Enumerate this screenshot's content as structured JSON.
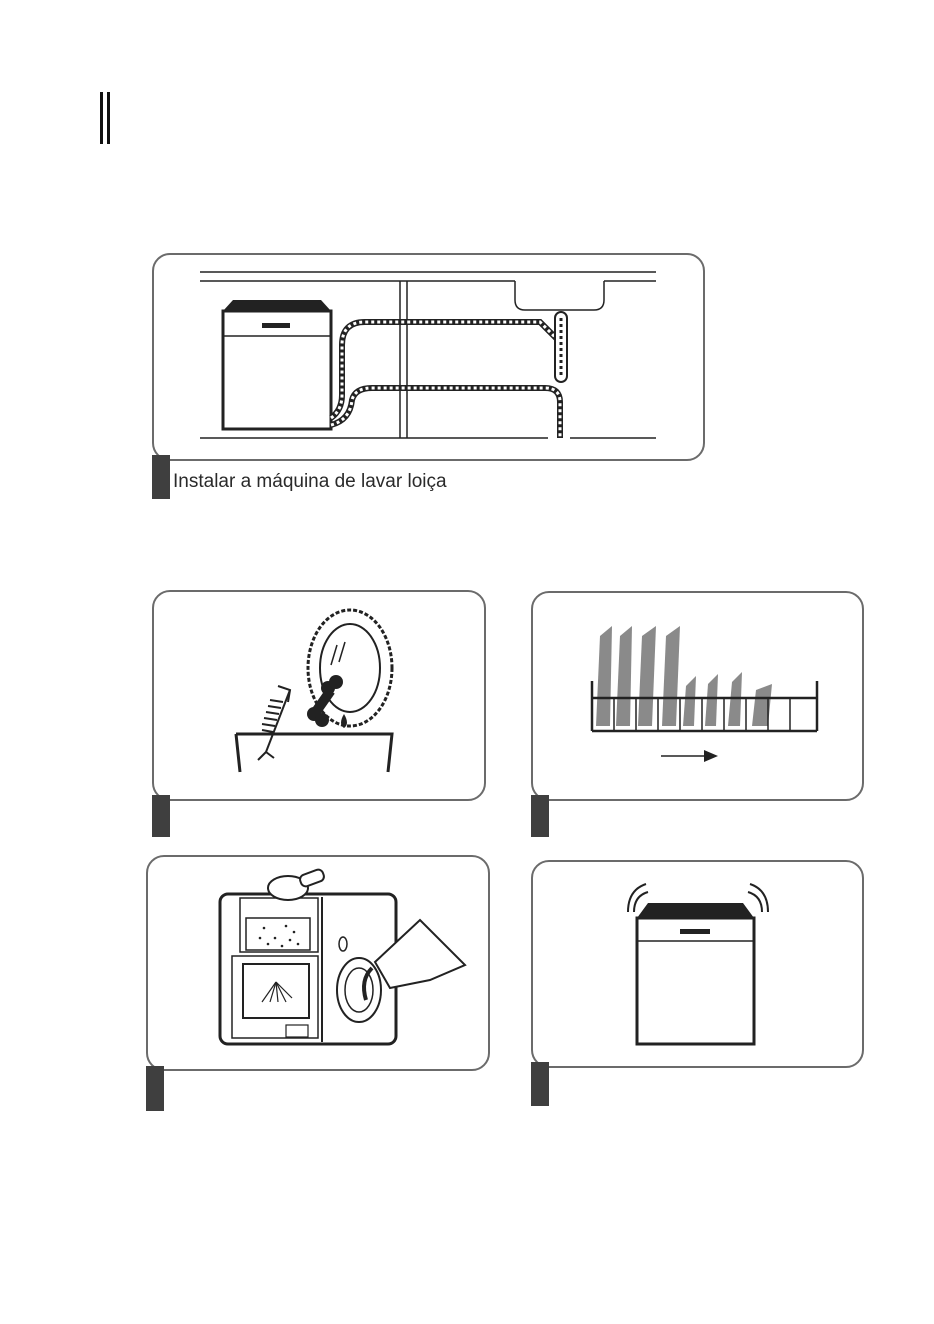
{
  "install_card": {
    "caption": "Instalar a máquina de lavar loiça"
  },
  "colors": {
    "frame": "#6b6b6b",
    "tab": "#3f3f3f",
    "ink": "#222222",
    "plate_gray": "#8a8a8a"
  },
  "icons": [
    "dishwasher-installation-illustration",
    "scrape-food-illustration",
    "load-rack-illustration",
    "detergent-rinse-aid-illustration",
    "start-dishwasher-illustration"
  ]
}
